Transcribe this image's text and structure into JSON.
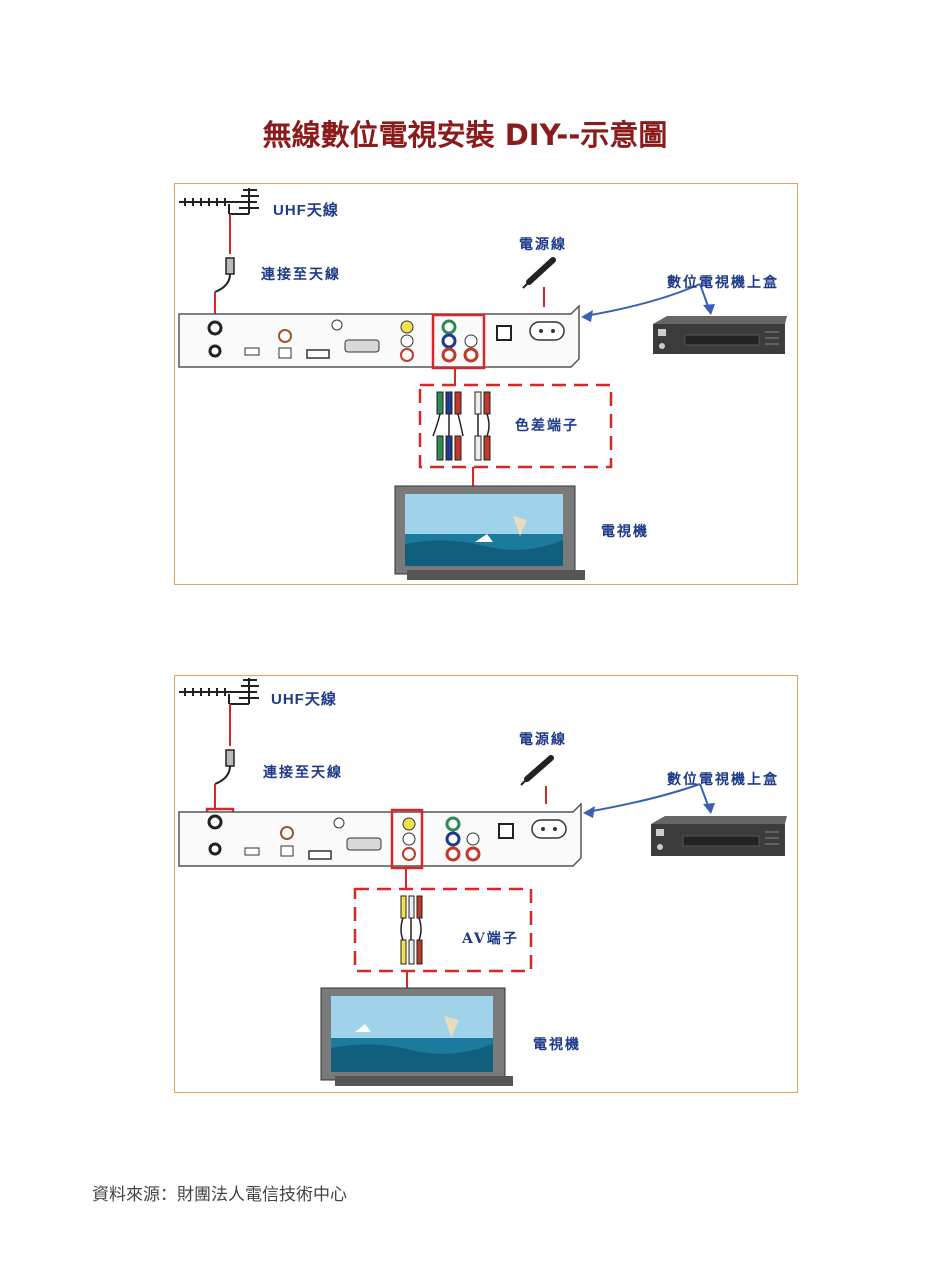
{
  "title": "無線數位電視安裝 DIY--示意圖",
  "panels": [
    {
      "uhf_label": "UHF天線",
      "connect_label": "連接至天線",
      "power_label": "電源線",
      "stb_label": "數位電視機上盒",
      "cable_label": "色差端子",
      "tv_label": "電視機"
    },
    {
      "uhf_label": "UHF天線",
      "connect_label": "連接至天線",
      "power_label": "電源線",
      "stb_label": "數位電視機上盒",
      "cable_label": "AV端子",
      "tv_label": "電視機"
    }
  ],
  "source": "資料來源：財團法人電信技術中心",
  "colors": {
    "title": "#8b1a1a",
    "label": "#1e3a8a",
    "highlight": "#d62828",
    "border": "#e8a25a"
  }
}
